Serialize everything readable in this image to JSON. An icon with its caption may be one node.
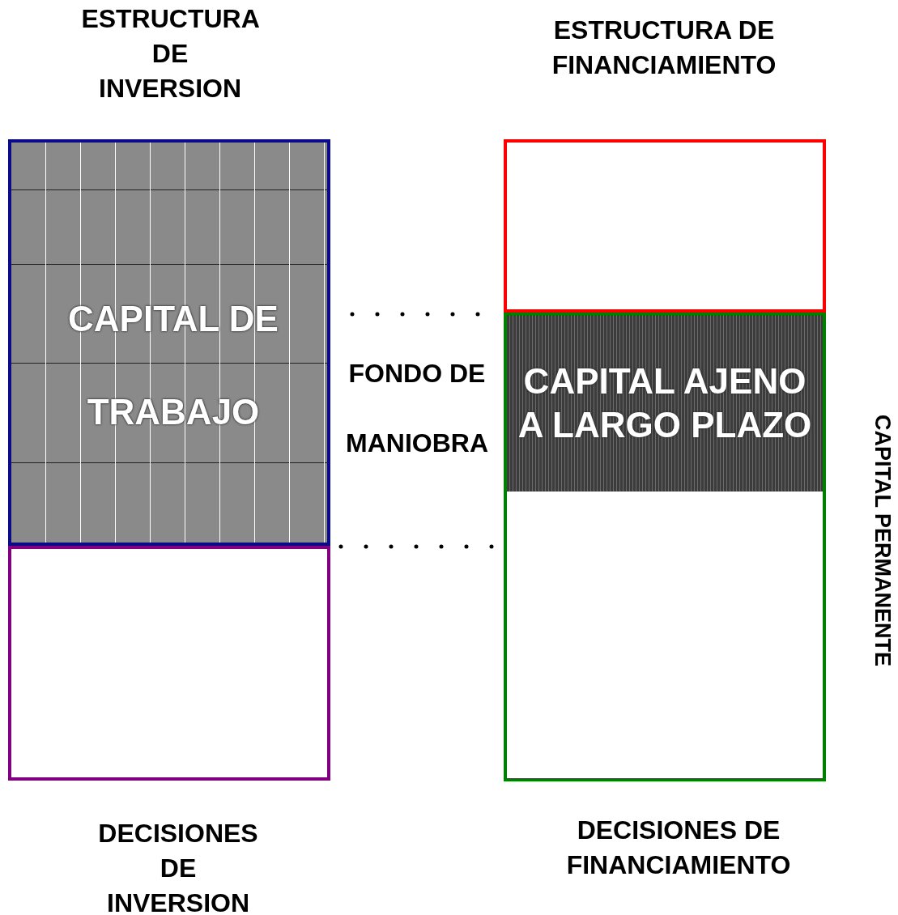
{
  "diagram": {
    "nodes": [
      {
        "text": [
          "CAPITAL DE TRABAJO"
        ]
      },
      {
        "text": [],
        "shape": "box"
      },
      {
        "text": [],
        "shape": "box"
      },
      {
        "text": [
          "CAPITAL AJENO A LARGO PLAZO"
        ],
        "in": 2
      },
      {
        "text": [],
        "shape": "box"
      }
    ],
    "edges": [],
    "labels": [
      "ESTRUCTURA DE INVERSION",
      "ESTRUCTURA DE FINANCIAMIENTO",
      "FONDO DE MANIOBRA",
      "CAPITAL PERMANENTE",
      "DECISIONES DE INVERSION",
      "DECISIONES DE FINANCIAMIENTO"
    ]
  }
}
